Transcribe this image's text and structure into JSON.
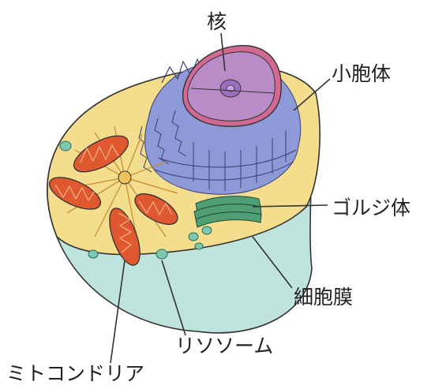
{
  "labels": {
    "nucleus": "核",
    "vesicle": "小胞体",
    "golgi": "ゴルジ体",
    "membrane": "細胞膜",
    "lysosome": "リソソーム",
    "mitochondria": "ミトコンドリア"
  },
  "colors": {
    "cytoplasm": "#f4de8e",
    "membrane": "#bfe4de",
    "er": "#8e99d8",
    "nucleus": "#b98cc8",
    "nucleus_rim": "#d06a92",
    "golgi": "#4f9e74",
    "mitochondria": "#e0582f",
    "lysosome": "#7cc9b0",
    "outline": "#333333"
  }
}
